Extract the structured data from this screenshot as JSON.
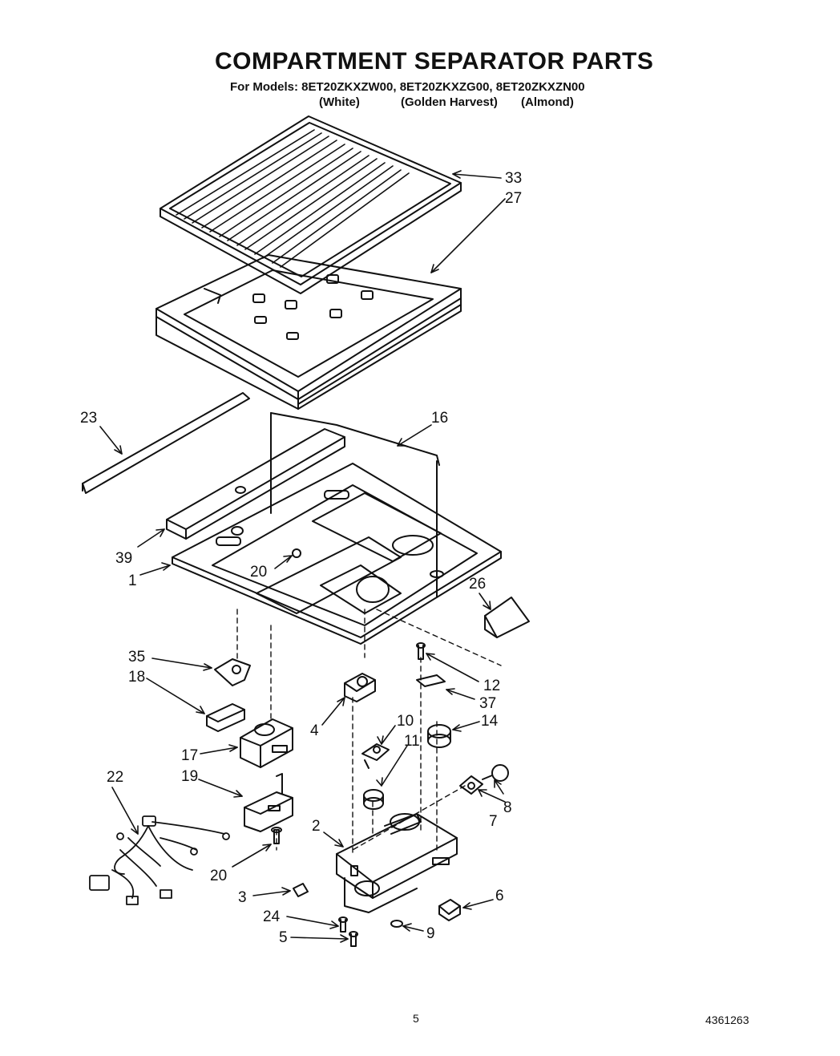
{
  "title": "COMPARTMENT SEPARATOR PARTS",
  "models_line": "For Models: 8ET20ZKXZW00, 8ET20ZKXZG00, 8ET20ZKXZN00",
  "colors": [
    "(White)",
    "(Golden Harvest)",
    "(Almond)"
  ],
  "callouts": {
    "c33": "33",
    "c27": "27",
    "c23": "23",
    "c16": "16",
    "c39": "39",
    "c1": "1",
    "c20a": "20",
    "c26": "26",
    "c35": "35",
    "c18": "18",
    "c12": "12",
    "c37": "37",
    "c4": "4",
    "c10": "10",
    "c11": "11",
    "c14": "14",
    "c17": "17",
    "c22": "22",
    "c19": "19",
    "c8": "8",
    "c7": "7",
    "c2": "2",
    "c20b": "20",
    "c3": "3",
    "c6": "6",
    "c24": "24",
    "c9": "9",
    "c5": "5"
  },
  "footer": {
    "page": "5",
    "docnum": "4361263"
  },
  "colors_hex": {
    "ink": "#111111",
    "paper": "#ffffff"
  }
}
